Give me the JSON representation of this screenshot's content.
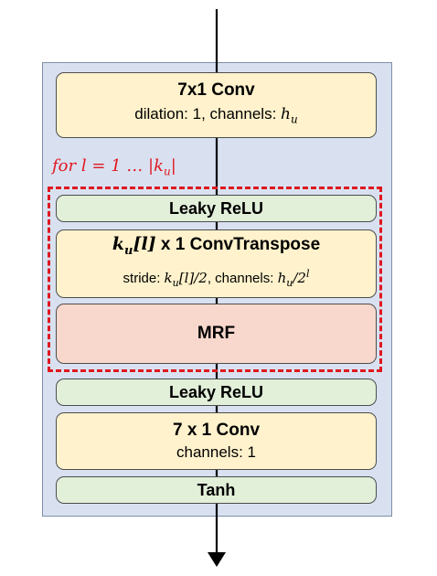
{
  "blocks": {
    "conv_in": {
      "title": "7x1 Conv",
      "sub_text": "dilation: 1, channels: ",
      "sub_math": "h",
      "sub_math_sub": "u"
    },
    "loop": {
      "label_a": "for  l",
      "label_b": " = 1 … |k",
      "label_sub": "u",
      "label_c": "|"
    },
    "leaky1": {
      "title": "Leaky ReLU"
    },
    "convT": {
      "title_math": "k",
      "title_math_sub": "u",
      "title_math_idx": "[l]",
      "title_text": " x 1  ConvTranspose",
      "stride_label": "stride: ",
      "stride_math": "k",
      "stride_math_sub": "u",
      "stride_math_rest": "[l]/2",
      "channels_label": ", channels: ",
      "channels_math": "h",
      "channels_math_sub": "u",
      "channels_math_rest": "/2",
      "channels_math_sup": "l"
    },
    "mrf": {
      "title": "MRF"
    },
    "leaky2": {
      "title": "Leaky ReLU"
    },
    "conv_out": {
      "title": "7 x 1  Conv",
      "sub": "channels: 1"
    },
    "tanh": {
      "title": "Tanh"
    }
  },
  "colors": {
    "container_bg": "#d9e1f1",
    "conv_fill": "#fff2cc",
    "act_fill": "#e2efd9",
    "mrf_fill": "#f8d8cc",
    "loop_dash": "#e0181f"
  }
}
